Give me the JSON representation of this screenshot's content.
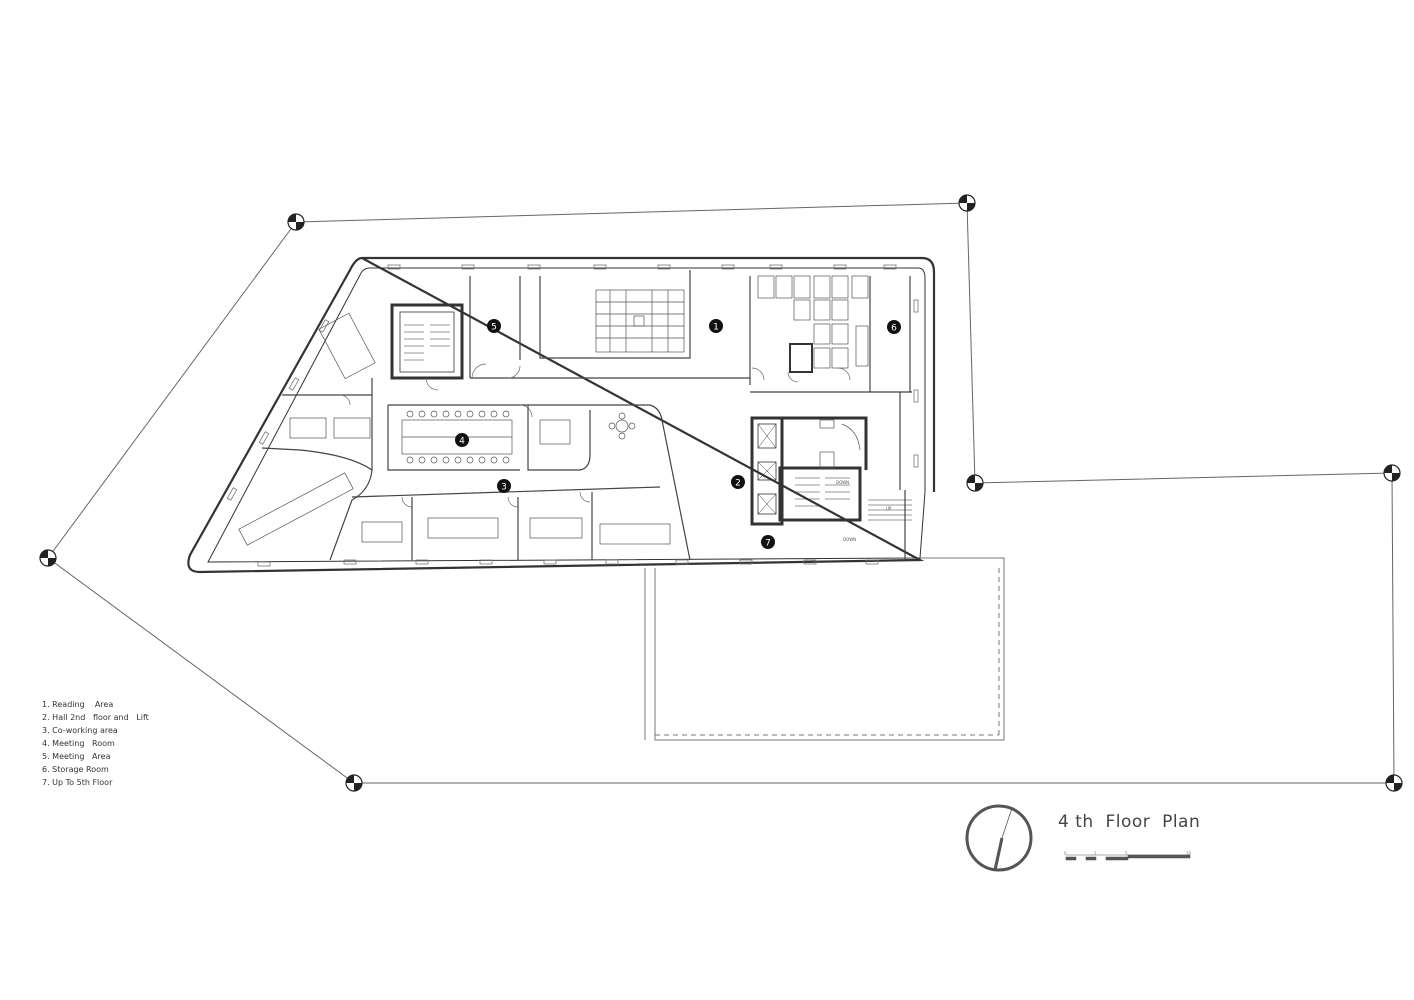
{
  "title": "4 th  Floor  Plan",
  "legend": [
    "1. Reading    Area",
    "2. Hall 2nd   floor and   Lift",
    "3. Co-working area",
    "4. Meeting   Room",
    "5. Meeting   Area",
    "6. Storage Room",
    "7. Up To 5th Floor"
  ],
  "room_markers": [
    {
      "num": "1",
      "name": "Reading Area"
    },
    {
      "num": "2",
      "name": "Hall 2nd floor and Lift"
    },
    {
      "num": "3",
      "name": "Co-working area"
    },
    {
      "num": "4",
      "name": "Meeting Room"
    },
    {
      "num": "5",
      "name": "Meeting Area"
    },
    {
      "num": "6",
      "name": "Storage Room"
    },
    {
      "num": "7",
      "name": "Up To 5th Floor"
    }
  ],
  "stair_labels": {
    "down_1": "DOWN",
    "down_2": "DOWN",
    "up": "UP"
  },
  "scale_ticks": [
    "0",
    "2",
    "5",
    "10"
  ],
  "colors": {
    "line": "#555555",
    "wall": "#333333",
    "marker": "#111111"
  }
}
